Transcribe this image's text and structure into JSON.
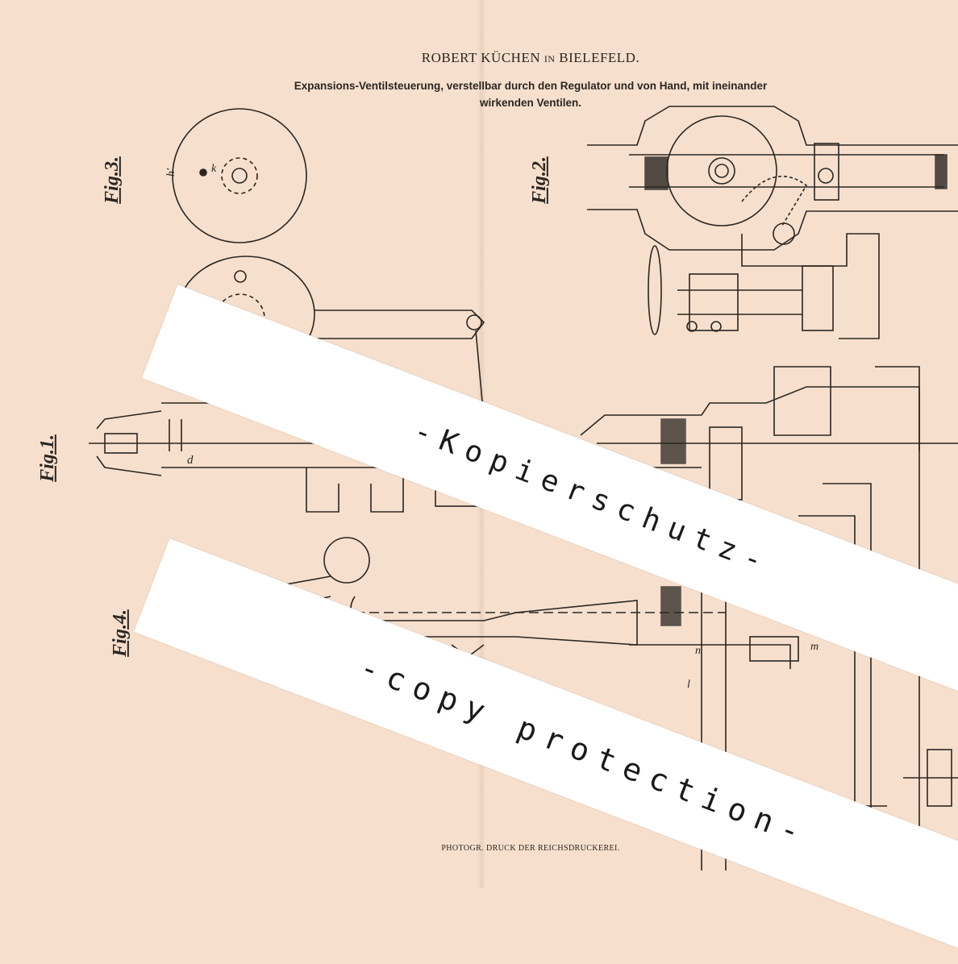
{
  "header": {
    "patentee_name": "ROBERT KÜCHEN",
    "patentee_in": "IN",
    "patentee_city": "BIELEFELD.",
    "subtitle_line1": "Expansions-Ventilsteuerung, verstellbar durch den Regulator und von Hand, mit ineinander",
    "subtitle_line2": "wirkenden Ventilen."
  },
  "figures": {
    "fig1": "Fig.1.",
    "fig2": "Fig.2.",
    "fig3": "Fig.3.",
    "fig4": "Fig.4."
  },
  "labels": {
    "k": "k",
    "h1": "h'",
    "l": "l",
    "m": "m",
    "n": "n",
    "d": "d"
  },
  "watermark": {
    "line1": "-Kopierschutz-",
    "line2": "-copy protection-"
  },
  "footer": {
    "print_note": "PHOTOGR. DRUCK DER REICHSDRUCKEREI."
  }
}
